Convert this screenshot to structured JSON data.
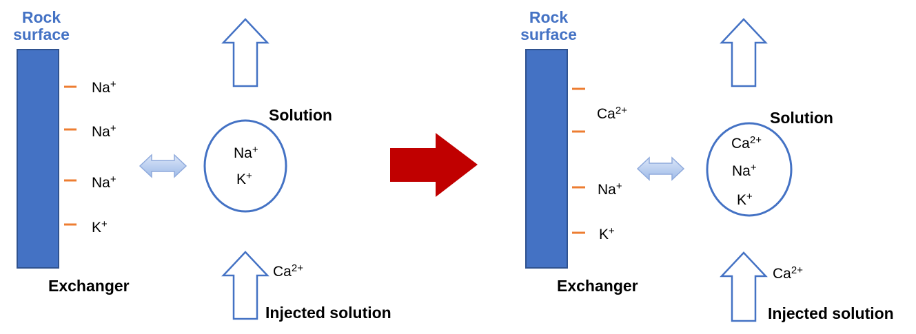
{
  "left_panel": {
    "rock_surface": "Rock\nsurface",
    "exchanger": "Exchanger",
    "solution": "Solution",
    "injected_solution": "Injected solution",
    "injected_ion": "Ca2+",
    "exchanger_ions": [
      "Na+",
      "Na+",
      "Na+",
      "K+"
    ],
    "solution_ions": [
      "Na+",
      "K+"
    ]
  },
  "right_panel": {
    "rock_surface": "Rock\nsurface",
    "exchanger": "Exchanger",
    "solution": "Solution",
    "injected_solution": "Injected solution",
    "injected_ion": "Ca2+",
    "exchanger_ions": [
      "Ca2+",
      "Na+",
      "K+"
    ],
    "solution_ions": [
      "Ca2+",
      "Na+",
      "K+"
    ]
  },
  "colors": {
    "rock": "#4472c4",
    "outline": "#4472c4",
    "charge": "#ed7d31",
    "transition_arrow": "#c00000",
    "exchange_arrow": "#a9c4ee",
    "title_text": "#4472c4"
  }
}
